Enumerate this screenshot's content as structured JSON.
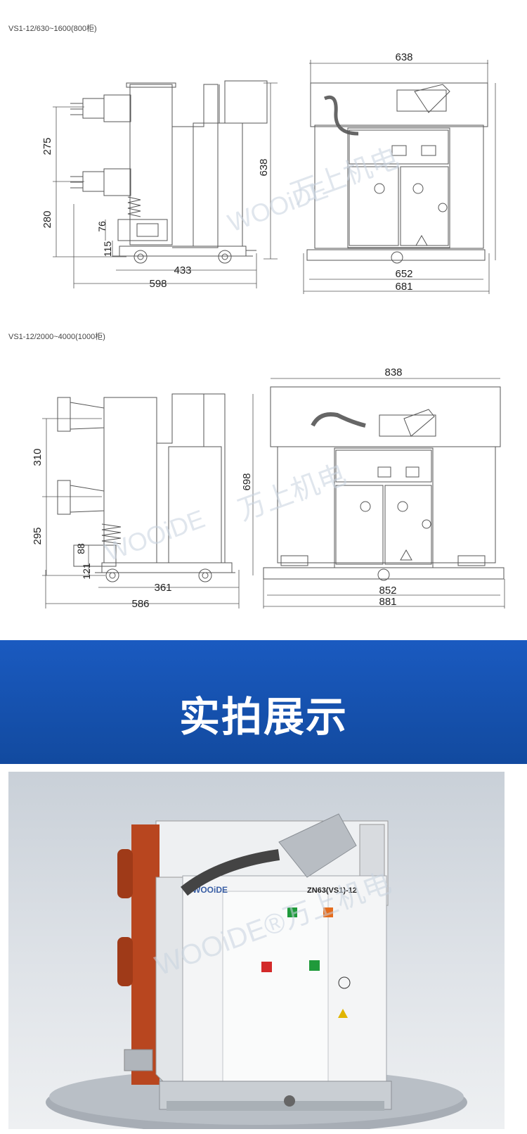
{
  "drawing1": {
    "model": "VS1-12/630~1600(800柜)",
    "dims_side": {
      "h_upper": "275",
      "h_lower": "280",
      "h_bracket": "76",
      "h_base": "115",
      "w_wheels": "433",
      "w_total": "598"
    },
    "dims_front": {
      "w_top": "638",
      "h_total": "638",
      "w_inner": "652",
      "w_outer": "681"
    }
  },
  "drawing2": {
    "model": "VS1-12/2000~4000(1000柜)",
    "dims_side": {
      "h_upper": "310",
      "h_lower": "295",
      "h_bracket": "88",
      "h_base": "121",
      "w_wheels": "361",
      "w_total": "586"
    },
    "dims_front": {
      "w_top": "838",
      "h_total": "698",
      "w_inner": "852",
      "w_outer": "881"
    }
  },
  "watermark": {
    "brand": "WOOiDE",
    "cn": "万上机电"
  },
  "banner": {
    "title": "实拍展示"
  },
  "photo": {
    "brand": "WOOiDE",
    "model": "ZN63(VS1)-12",
    "watermark": "WOOiDE®万上机电"
  },
  "colors": {
    "banner": "#1652b3",
    "line": "#555555",
    "insulator": "#b8461f"
  }
}
